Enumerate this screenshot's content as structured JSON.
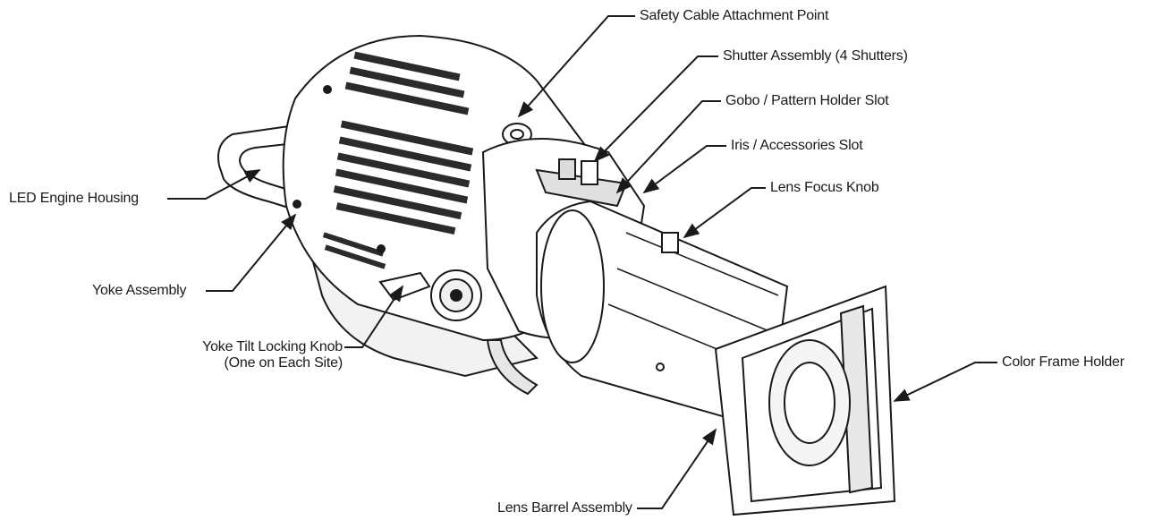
{
  "labels": {
    "safety_cable": "Safety Cable Attachment Point",
    "shutter_assembly": "Shutter Assembly (4 Shutters)",
    "gobo_holder": "Gobo / Pattern Holder Slot",
    "iris_slot": "Iris / Accessories Slot",
    "lens_focus_knob": "Lens Focus Knob",
    "led_engine": "LED Engine Housing",
    "yoke_assembly": "Yoke Assembly",
    "yoke_tilt_line1": "Yoke Tilt Locking Knob",
    "yoke_tilt_line2": "(One on Each Site)",
    "color_frame": "Color Frame Holder",
    "lens_barrel": "Lens Barrel Assembly"
  },
  "colors": {
    "line": "#1a1a1a",
    "fill": "#ffffff",
    "shade": "#d9d9d9",
    "dark": "#333333"
  }
}
